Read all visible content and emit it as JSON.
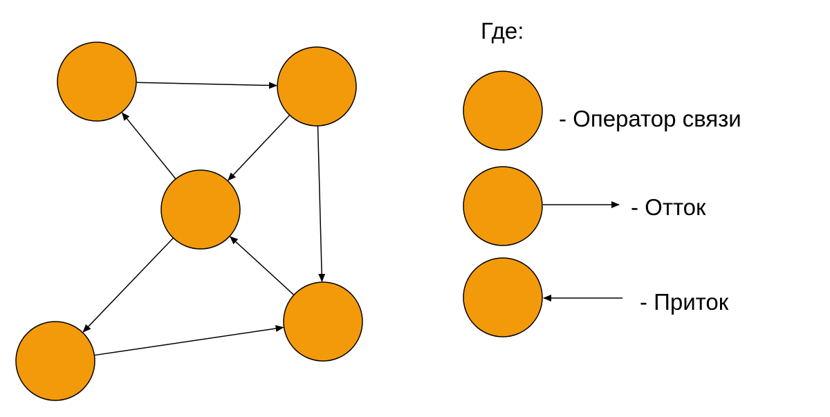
{
  "legend_title": "Где:",
  "legend": {
    "operator": "- Оператор связи",
    "outflow": "- Отток",
    "inflow": "- Приток"
  },
  "colors": {
    "node_fill": "#F39A0B",
    "stroke": "#000000"
  },
  "graph": {
    "nodes": [
      "n1",
      "n2",
      "n3",
      "n4",
      "n5"
    ],
    "edges": [
      [
        "n1",
        "n2"
      ],
      [
        "n2",
        "n3"
      ],
      [
        "n3",
        "n1"
      ],
      [
        "n2",
        "n5"
      ],
      [
        "n5",
        "n3"
      ],
      [
        "n3",
        "n4"
      ],
      [
        "n4",
        "n5"
      ]
    ]
  }
}
